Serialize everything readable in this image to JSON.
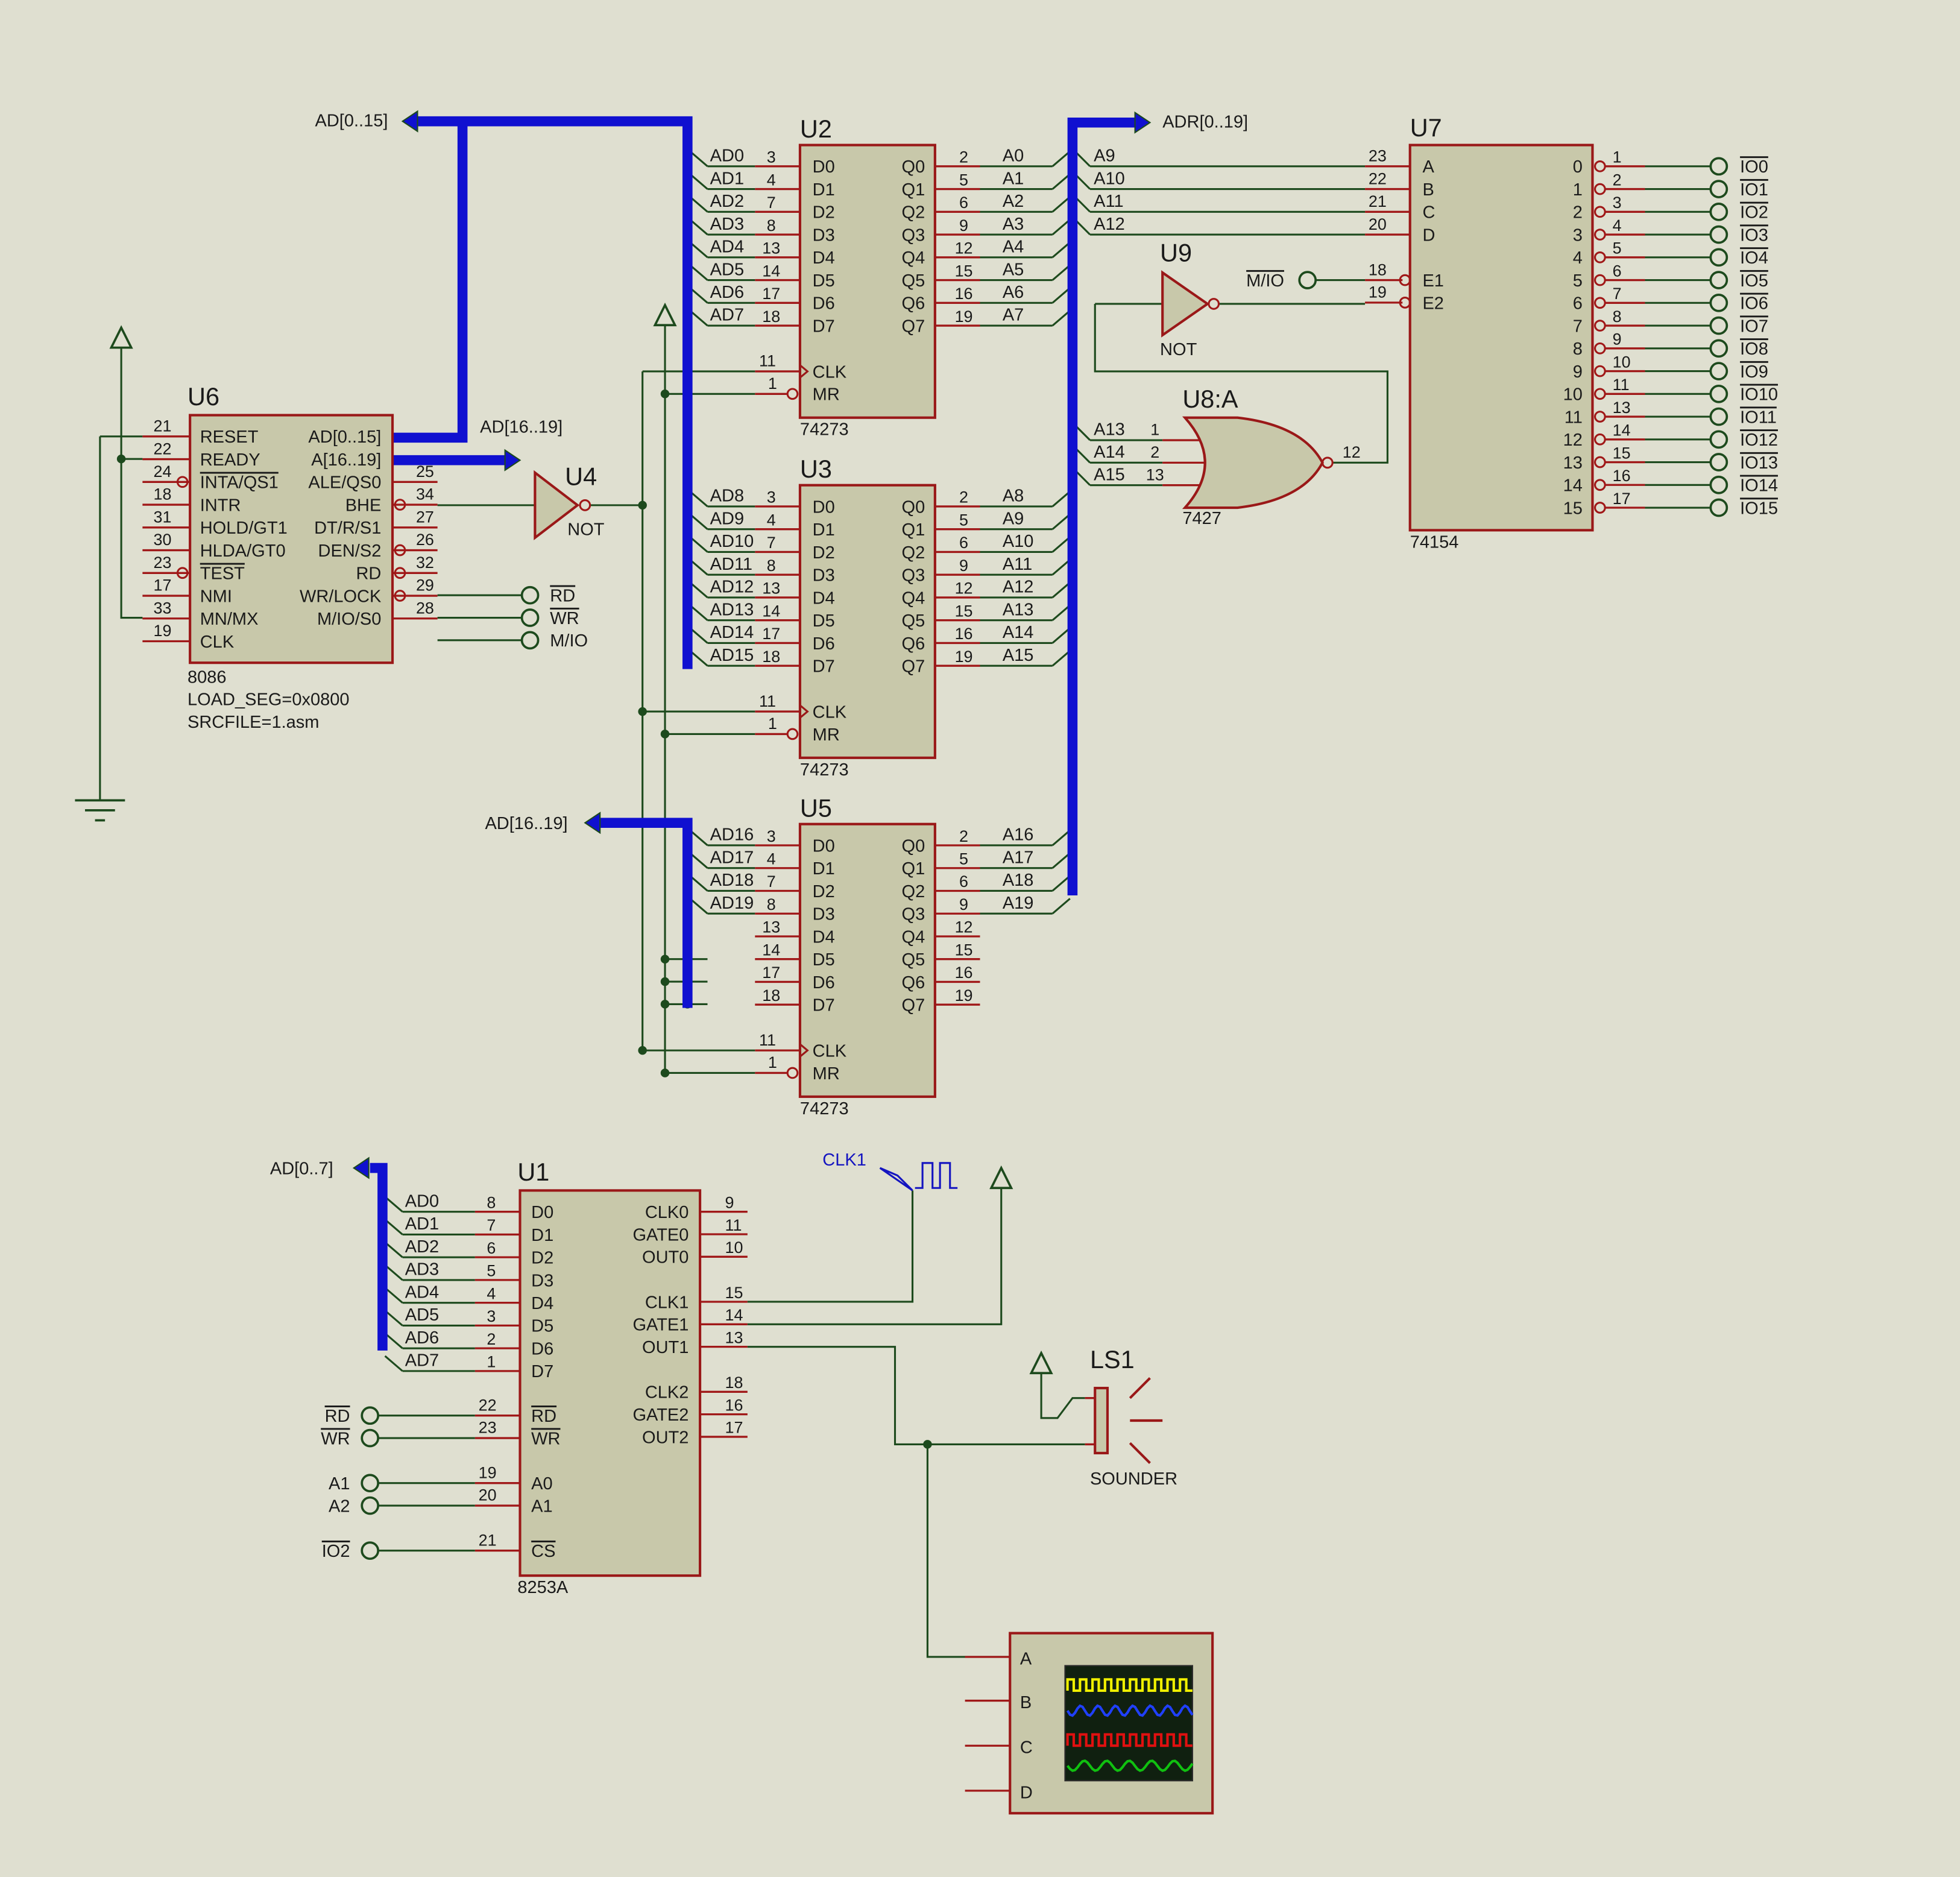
{
  "colors": {
    "background": "#dfdfd0",
    "wire": "#a01818",
    "net": "#1d4a1d",
    "bus": "#1010d0",
    "chip_fill": "#c8c8aa",
    "chip_border": "#9a1818",
    "text": "#1a1a1a",
    "clock_label": "#1414c0"
  },
  "scale": 2.0738,
  "labels": {
    "bus_ad015": "AD[0..15]",
    "bus_ad1619_top": "AD[16..19]",
    "bus_ad1619_left": "AD[16..19]",
    "bus_adr019": "ADR[0..19]",
    "bus_ad07": "AD[0..7]",
    "clk1": "CLK1",
    "ls1_ref": "LS1",
    "ls1_name": "SOUNDER",
    "u4_ref": "U4",
    "u4_name": "NOT",
    "u9_ref": "U9",
    "u9_name": "NOT",
    "u8_ref": "U8:A",
    "u8_name": "7427",
    "u9_mio": "M/IO",
    "u6_load_seg": "LOAD_SEG=0x0800",
    "u6_srcfile": "SRCFILE=1.asm"
  },
  "u6": {
    "ref": "U6",
    "name": "8086",
    "left_pins": [
      {
        "num": "21",
        "label": "RESET",
        "over": false,
        "inv": false
      },
      {
        "num": "22",
        "label": "READY",
        "over": false,
        "inv": false
      },
      {
        "num": "24",
        "label": "INTA/QS1",
        "over": true,
        "inv": true
      },
      {
        "num": "18",
        "label": "INTR",
        "over": false,
        "inv": false
      },
      {
        "num": "31",
        "label": "HOLD/GT1",
        "over": false,
        "inv": false
      },
      {
        "num": "30",
        "label": "HLDA/GT0",
        "over": false,
        "inv": false
      },
      {
        "num": "23",
        "label": "TEST",
        "over": true,
        "inv": true
      },
      {
        "num": "17",
        "label": "NMI",
        "over": false,
        "inv": false
      },
      {
        "num": "33",
        "label": "MN/MX",
        "over": false,
        "inv": false
      },
      {
        "num": "19",
        "label": "CLK",
        "over": false,
        "inv": false
      }
    ],
    "right_pins": [
      {
        "num": "",
        "label": "AD[0..15]",
        "bus": true
      },
      {
        "num": "",
        "label": "A[16..19]",
        "bus": true
      },
      {
        "num": "25",
        "label": "ALE/QS0",
        "inv": false
      },
      {
        "num": "34",
        "label": "BHE",
        "inv": true
      },
      {
        "num": "27",
        "label": "DT/R/S1",
        "inv": false
      },
      {
        "num": "26",
        "label": "DEN/S2",
        "inv": true
      },
      {
        "num": "32",
        "label": "RD",
        "inv": true
      },
      {
        "num": "29",
        "label": "WR/LOCK",
        "inv": true
      },
      {
        "num": "28",
        "label": "M/IO/S0",
        "inv": false
      }
    ],
    "terminals": [
      "RD",
      "WR",
      "M/IO"
    ]
  },
  "latches": [
    {
      "ref": "U2",
      "name": "74273",
      "in_nets": [
        "AD0",
        "AD1",
        "AD2",
        "AD3",
        "AD4",
        "AD5",
        "AD6",
        "AD7"
      ],
      "in_nums": [
        "3",
        "4",
        "7",
        "8",
        "13",
        "14",
        "17",
        "18"
      ],
      "out_nets": [
        "A0",
        "A1",
        "A2",
        "A3",
        "A4",
        "A5",
        "A6",
        "A7"
      ],
      "out_nums": [
        "2",
        "5",
        "6",
        "9",
        "12",
        "15",
        "16",
        "19"
      ],
      "d_labels": [
        "D0",
        "D1",
        "D2",
        "D3",
        "D4",
        "D5",
        "D6",
        "D7"
      ],
      "q_labels": [
        "Q0",
        "Q1",
        "Q2",
        "Q3",
        "Q4",
        "Q5",
        "Q6",
        "Q7"
      ],
      "clk_label": "CLK",
      "clk_num": "11",
      "mr_label": "MR",
      "mr_num": "1"
    },
    {
      "ref": "U3",
      "name": "74273",
      "in_nets": [
        "AD8",
        "AD9",
        "AD10",
        "AD11",
        "AD12",
        "AD13",
        "AD14",
        "AD15"
      ],
      "in_nums": [
        "3",
        "4",
        "7",
        "8",
        "13",
        "14",
        "17",
        "18"
      ],
      "out_nets": [
        "A8",
        "A9",
        "A10",
        "A11",
        "A12",
        "A13",
        "A14",
        "A15"
      ],
      "out_nums": [
        "2",
        "5",
        "6",
        "9",
        "12",
        "15",
        "16",
        "19"
      ],
      "d_labels": [
        "D0",
        "D1",
        "D2",
        "D3",
        "D4",
        "D5",
        "D6",
        "D7"
      ],
      "q_labels": [
        "Q0",
        "Q1",
        "Q2",
        "Q3",
        "Q4",
        "Q5",
        "Q6",
        "Q7"
      ],
      "clk_label": "CLK",
      "clk_num": "11",
      "mr_label": "MR",
      "mr_num": "1"
    },
    {
      "ref": "U5",
      "name": "74273",
      "in_nets": [
        "AD16",
        "AD17",
        "AD18",
        "AD19",
        "",
        "",
        "",
        ""
      ],
      "in_nums": [
        "3",
        "4",
        "7",
        "8",
        "13",
        "14",
        "17",
        "18"
      ],
      "out_nets": [
        "A16",
        "A17",
        "A18",
        "A19",
        "",
        "",
        "",
        ""
      ],
      "out_nums": [
        "2",
        "5",
        "6",
        "9",
        "12",
        "15",
        "16",
        "19"
      ],
      "d_labels": [
        "D0",
        "D1",
        "D2",
        "D3",
        "D4",
        "D5",
        "D6",
        "D7"
      ],
      "q_labels": [
        "Q0",
        "Q1",
        "Q2",
        "Q3",
        "Q4",
        "Q5",
        "Q6",
        "Q7"
      ],
      "clk_label": "CLK",
      "clk_num": "11",
      "mr_label": "MR",
      "mr_num": "1"
    }
  ],
  "u7": {
    "ref": "U7",
    "name": "74154",
    "in_nets": [
      "A9",
      "A10",
      "A11",
      "A12"
    ],
    "in_nums": [
      "23",
      "22",
      "21",
      "20"
    ],
    "in_labels": [
      "A",
      "B",
      "C",
      "D"
    ],
    "en_labels": [
      "E1",
      "E2"
    ],
    "en_nums": [
      "18",
      "19"
    ],
    "out_labels": [
      "0",
      "1",
      "2",
      "3",
      "4",
      "5",
      "6",
      "7",
      "8",
      "9",
      "10",
      "11",
      "12",
      "13",
      "14",
      "15"
    ],
    "out_nums": [
      "1",
      "2",
      "3",
      "4",
      "5",
      "6",
      "7",
      "8",
      "9",
      "10",
      "11",
      "13",
      "14",
      "15",
      "16",
      "17"
    ],
    "out_terms": [
      "IO0",
      "IO1",
      "IO2",
      "IO3",
      "IO4",
      "IO5",
      "IO6",
      "IO7",
      "IO8",
      "IO9",
      "IO10",
      "IO11",
      "IO12",
      "IO13",
      "IO14",
      "IO15"
    ]
  },
  "u8": {
    "in_nets": [
      "A13",
      "A14",
      "A15"
    ],
    "in_nums": [
      "1",
      "2",
      "13"
    ],
    "out_num": "12"
  },
  "u1": {
    "ref": "U1",
    "name": "8253A",
    "bus_nets": [
      "AD0",
      "AD1",
      "AD2",
      "AD3",
      "AD4",
      "AD5",
      "AD6",
      "AD7"
    ],
    "d_nums": [
      "8",
      "7",
      "6",
      "5",
      "4",
      "3",
      "2",
      "1"
    ],
    "d_labels": [
      "D0",
      "D1",
      "D2",
      "D3",
      "D4",
      "D5",
      "D6",
      "D7"
    ],
    "ctrl": [
      {
        "term": "RD",
        "num": "22",
        "label": "RD",
        "over": true
      },
      {
        "term": "WR",
        "num": "23",
        "label": "WR",
        "over": true
      },
      {
        "term": "A1",
        "num": "19",
        "label": "A0",
        "over": false
      },
      {
        "term": "A2",
        "num": "20",
        "label": "A1",
        "over": false
      },
      {
        "term": "IO2",
        "num": "21",
        "label": "CS",
        "over": true
      }
    ],
    "right_pins": [
      {
        "label": "CLK0",
        "num": "9"
      },
      {
        "label": "GATE0",
        "num": "11"
      },
      {
        "label": "OUT0",
        "num": "10"
      },
      {
        "label": "CLK1",
        "num": "15"
      },
      {
        "label": "GATE1",
        "num": "14"
      },
      {
        "label": "OUT1",
        "num": "13"
      },
      {
        "label": "CLK2",
        "num": "18"
      },
      {
        "label": "GATE2",
        "num": "16"
      },
      {
        "label": "OUT2",
        "num": "17"
      }
    ]
  },
  "scope": {
    "channels": [
      "A",
      "B",
      "C",
      "D"
    ],
    "trace_colors": [
      "#f0f000",
      "#2040ff",
      "#e01010",
      "#10c010"
    ]
  }
}
